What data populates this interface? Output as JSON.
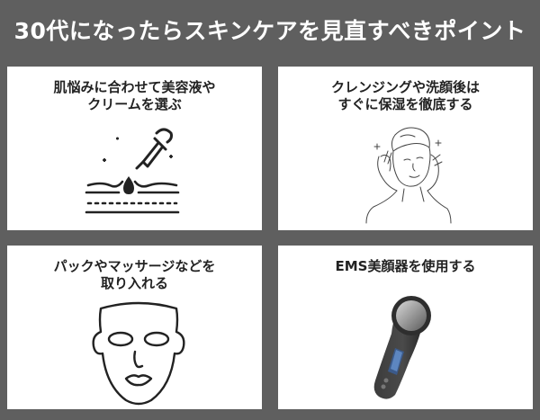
{
  "banner": {
    "title": "30代になったらスキンケアを見直すべきポイント"
  },
  "cards": [
    {
      "line1": "肌悩みに合わせて美容液や",
      "line2": "クリームを選ぶ",
      "icon": "serum-dropper-icon"
    },
    {
      "line1": "クレンジングや洗顔後は",
      "line2": "すぐに保湿を徹底する",
      "icon": "face-care-icon"
    },
    {
      "line1": "パックやマッサージなどを",
      "line2": "取り入れる",
      "icon": "face-mask-icon"
    },
    {
      "line1": "EMS美顔器を使用する",
      "line2": "",
      "icon": "ems-device-icon"
    }
  ]
}
